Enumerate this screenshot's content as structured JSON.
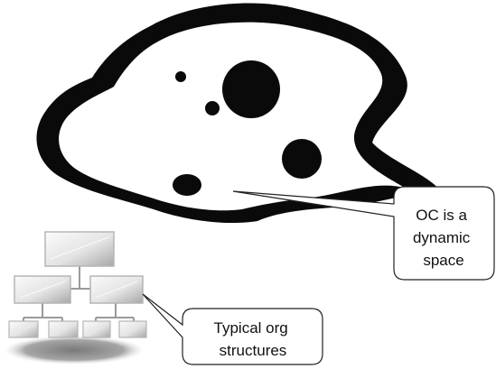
{
  "callouts": {
    "oc": {
      "lines": [
        "OC is a",
        "dynamic",
        "space"
      ]
    },
    "org": {
      "lines": [
        "Typical org",
        "structures"
      ]
    }
  },
  "colors": {
    "blob": "#0a0a0a",
    "blob_inner": "#ffffff",
    "org_box_light": "#f2f2f2",
    "org_box_dark": "#9a9a9a",
    "org_shadow": "#8c8c8c",
    "connector": "#9a9a9a"
  }
}
